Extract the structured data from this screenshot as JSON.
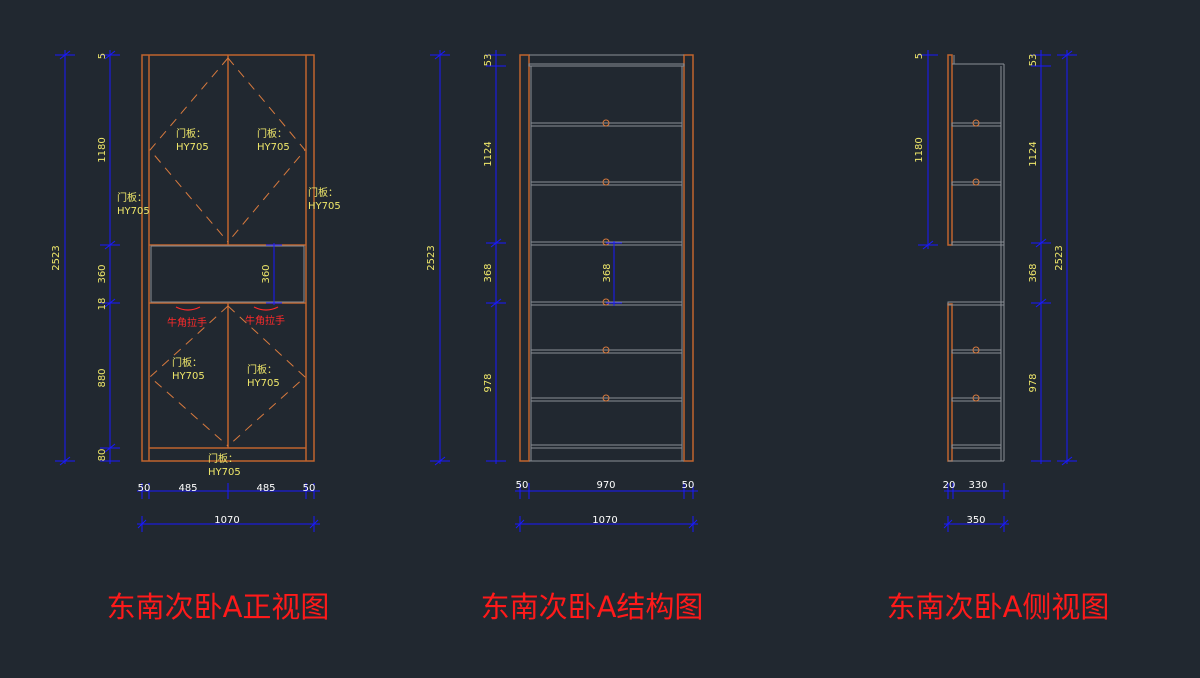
{
  "colors": {
    "background": "#212830",
    "panel": "#c0642d",
    "door_dash": "#d87a3e",
    "shelf": "#8a8f96",
    "dimension": "#1919ff",
    "text": "#f0e86a",
    "dim_text_white": "#ffffff",
    "handle": "#ff2a2a",
    "title": "#ff1a1a"
  },
  "front_view": {
    "title": "东南次卧A正视图",
    "vertical_dims": [
      "5",
      "1180",
      "360",
      "18",
      "880",
      "80"
    ],
    "total_height": "2523",
    "inner_dim": "360",
    "horizontal_dims": [
      "50",
      "485",
      "485",
      "50"
    ],
    "total_width": "1070",
    "door_labels": [
      {
        "line1": "门板：",
        "line2": "HY705"
      },
      {
        "line1": "门板：",
        "line2": "HY705"
      },
      {
        "line1": "门板：",
        "line2": "HY705"
      },
      {
        "line1": "门板：",
        "line2": "HY705"
      },
      {
        "line1": "门板：",
        "line2": "HY705"
      },
      {
        "line1": "门板：",
        "line2": "HY705"
      },
      {
        "line1": "门板：",
        "line2": "HY705"
      }
    ],
    "handle_labels": [
      "牛角拉手",
      "牛角拉手"
    ]
  },
  "structure_view": {
    "title": "东南次卧A结构图",
    "vertical_dims": [
      "53",
      "1124",
      "368",
      "978"
    ],
    "total_height": "2523",
    "inner_dim": "368",
    "horizontal_dims": [
      "50",
      "970",
      "50"
    ],
    "total_width": "1070"
  },
  "side_view": {
    "title": "东南次卧A侧视图",
    "left_dims": [
      "5",
      "1180"
    ],
    "right_dims": [
      "53",
      "1124",
      "368",
      "978"
    ],
    "total_height": "2523",
    "horizontal_dims": [
      "20",
      "330"
    ],
    "total_width": "350"
  }
}
